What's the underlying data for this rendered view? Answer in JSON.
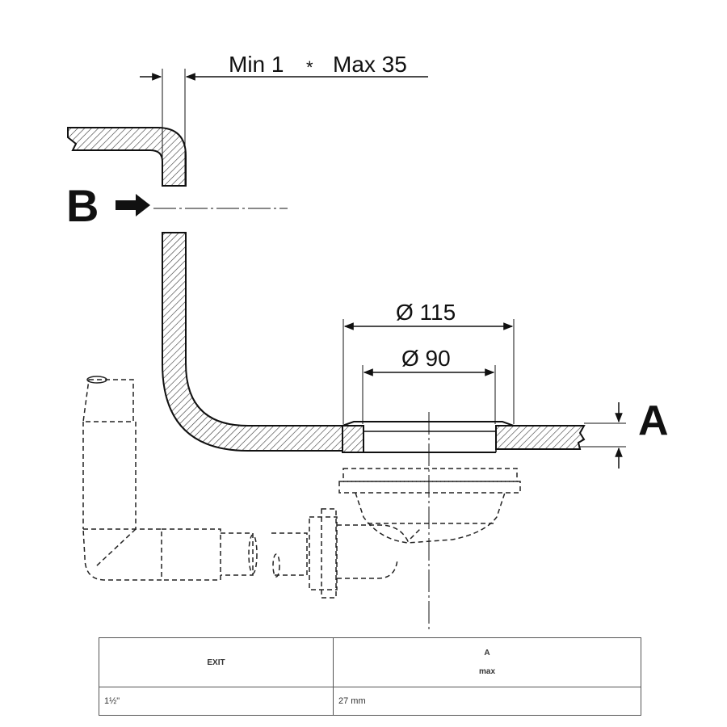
{
  "dimensions": {
    "top_min": "Min 1",
    "top_sep": "*",
    "top_max": "Max 35",
    "outer_diameter": "Ø 115",
    "inner_diameter": "Ø 90"
  },
  "labels": {
    "a": "A",
    "b": "B"
  },
  "table": {
    "headers": {
      "exit": "EXIT",
      "a": "A",
      "a_sub": "max"
    },
    "rows": [
      {
        "exit": "1½\"",
        "a": "27 mm"
      }
    ]
  }
}
